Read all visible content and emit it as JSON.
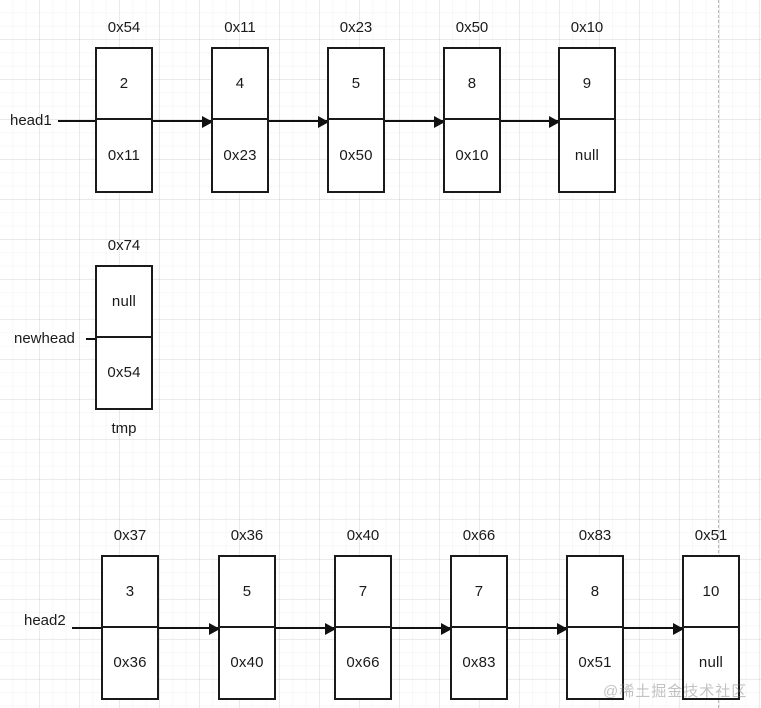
{
  "diagram": {
    "title": "linked-list-merge-diagram",
    "watermark": "@稀土掘金技术社区",
    "colors": {
      "node_border": "#1a1a1a",
      "arrow": "#111111",
      "grid": "#e8e8e8",
      "guide": "#b8b8b8",
      "text": "#1a1a1a"
    },
    "lists": [
      {
        "name": "head1",
        "pointer_label": "head1",
        "nodes": [
          {
            "address": "0x54",
            "value": "2",
            "next": "0x11"
          },
          {
            "address": "0x11",
            "value": "4",
            "next": "0x23"
          },
          {
            "address": "0x23",
            "value": "5",
            "next": "0x50"
          },
          {
            "address": "0x50",
            "value": "8",
            "next": "0x10"
          },
          {
            "address": "0x10",
            "value": "9",
            "next": "null"
          }
        ]
      },
      {
        "name": "newhead",
        "pointer_label": "newhead",
        "under_label": "tmp",
        "nodes": [
          {
            "address": "0x74",
            "value": "null",
            "next": "0x54"
          }
        ]
      },
      {
        "name": "head2",
        "pointer_label": "head2",
        "nodes": [
          {
            "address": "0x37",
            "value": "3",
            "next": "0x36"
          },
          {
            "address": "0x36",
            "value": "5",
            "next": "0x40"
          },
          {
            "address": "0x40",
            "value": "7",
            "next": "0x66"
          },
          {
            "address": "0x66",
            "value": "7",
            "next": "0x83"
          },
          {
            "address": "0x83",
            "value": "8",
            "next": "0x51"
          },
          {
            "address": "0x51",
            "value": "10",
            "next": "null"
          }
        ]
      }
    ]
  }
}
